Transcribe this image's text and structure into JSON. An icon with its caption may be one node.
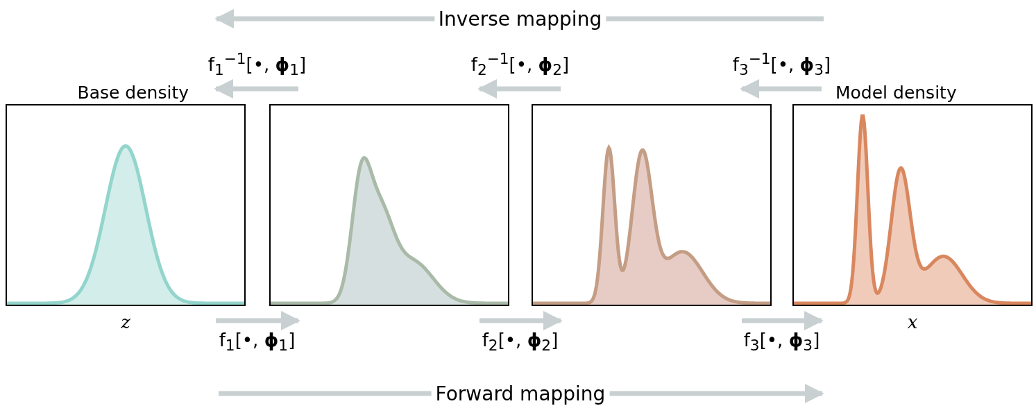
{
  "diagram": {
    "nodes": [
      {
        "text": [
          "Base density"
        ],
        "beside": [
          "z"
        ]
      },
      {
        "text": [],
        "shape": "box"
      },
      {
        "text": [],
        "shape": "box"
      },
      {
        "text": [
          "Model density"
        ],
        "beside": [
          "x"
        ]
      }
    ],
    "edges": [
      {
        "from": 0,
        "to": 1,
        "arrow": "to",
        "label": "f$_{1}$[•, **ϕ**$_{1}$]"
      },
      {
        "from": 1,
        "to": 2,
        "arrow": "to",
        "label": "f$_{2}$[•, **ϕ**$_{2}$]"
      },
      {
        "from": 2,
        "to": 3,
        "arrow": "to",
        "label": "f$_{3}$[•, **ϕ**$_{3}$]"
      },
      {
        "from": 1,
        "to": 0,
        "arrow": "to",
        "label": "f$_{1}$$^{−1}$[•, **ϕ**$_{1}$]"
      },
      {
        "from": 2,
        "to": 1,
        "arrow": "to",
        "label": "f$_{2}$$^{−1}$[•, **ϕ**$_{2}$]"
      },
      {
        "from": 3,
        "to": 2,
        "arrow": "to",
        "label": "f$_{3}$$^{−1}$[•, **ϕ**$_{3}$]"
      }
    ],
    "labels": [
      "Inverse mapping",
      "Forward mapping"
    ]
  }
}
